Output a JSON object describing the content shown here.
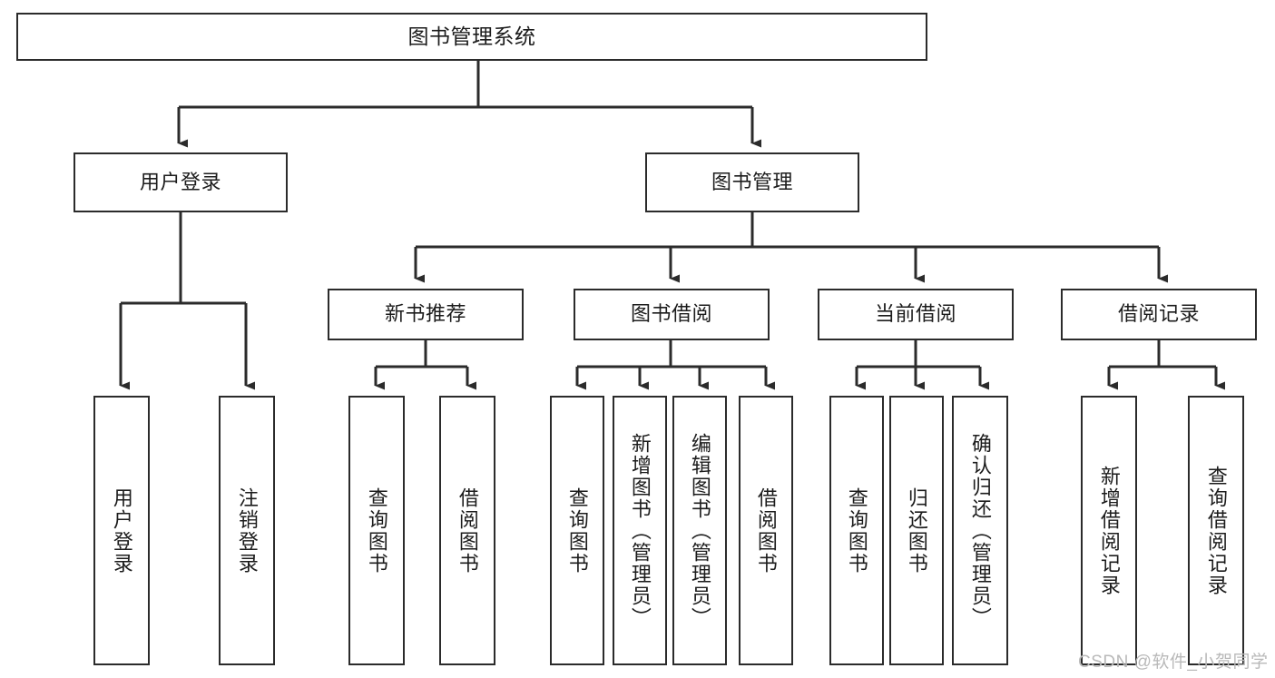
{
  "diagram": {
    "type": "tree-hierarchy-chart",
    "title": "图书管理系统",
    "stroke_color": "#2b2b2b",
    "background_color": "#ffffff",
    "text_color": "#1c1c1c",
    "root": {
      "label": "图书管理系统"
    },
    "level2": [
      {
        "label": "用户登录"
      },
      {
        "label": "图书管理"
      }
    ],
    "level3": [
      {
        "label": "新书推荐"
      },
      {
        "label": "图书借阅"
      },
      {
        "label": "当前借阅"
      },
      {
        "label": "借阅记录"
      }
    ],
    "leaves": {
      "user_login": [
        {
          "label": "用户登录"
        },
        {
          "label": "注销登录"
        }
      ],
      "new_book_recommend": [
        {
          "label": "查询图书"
        },
        {
          "label": "借阅图书"
        }
      ],
      "book_borrow": [
        {
          "label": "查询图书"
        },
        {
          "label": "新增图书（管理员）"
        },
        {
          "label": "编辑图书（管理员）"
        },
        {
          "label": "借阅图书"
        }
      ],
      "current_borrow": [
        {
          "label": "查询图书"
        },
        {
          "label": "归还图书"
        },
        {
          "label": "确认归还（管理员）"
        }
      ],
      "borrow_record": [
        {
          "label": "新增借阅记录"
        },
        {
          "label": "查询借阅记录"
        }
      ]
    }
  },
  "watermark": {
    "text": "CSDN @软件_小贺同学",
    "color": "#b9b9b9"
  }
}
